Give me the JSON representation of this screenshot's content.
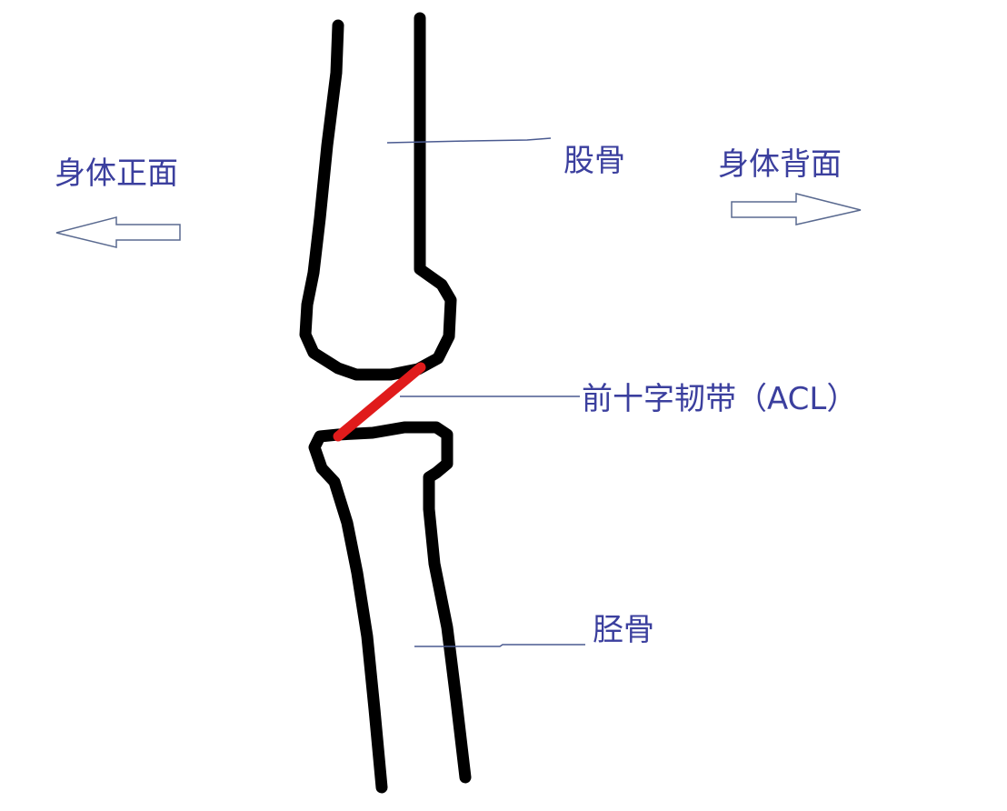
{
  "diagram": {
    "labels": {
      "front": "身体正面",
      "back": "身体背面",
      "femur": "股骨",
      "acl": "前十字韧带（ACL）",
      "tibia": "胫骨"
    },
    "colors": {
      "bone_outline": "#000000",
      "acl": "#e01b1b",
      "text": "#3b3f9e",
      "leader_line": "#4a5a90",
      "arrow_outline": "#5a6a90"
    },
    "arrows": {
      "front_direction": "left",
      "back_direction": "right"
    }
  }
}
